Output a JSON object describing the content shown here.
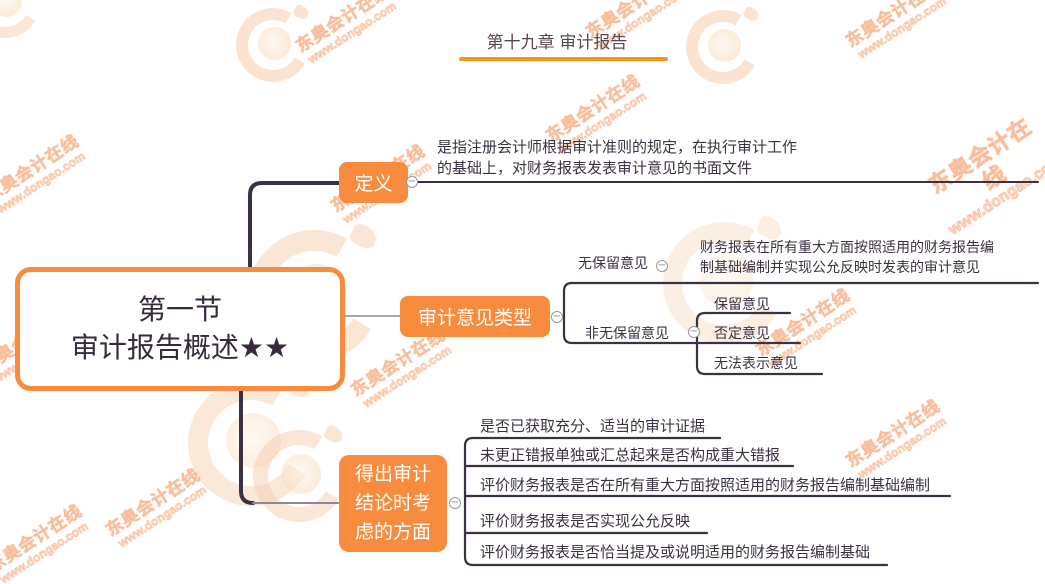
{
  "header": {
    "chapter_title": "第十九章 审计报告"
  },
  "main_topic": {
    "label": "第一节\n审计报告概述★★"
  },
  "branches": {
    "definition": {
      "label": "定义",
      "description": "是指注册会计师根据审计准则的规定，在执行审计工作\n的基础上，对财务报表发表审计意见的书面文件"
    },
    "opinion_types": {
      "label": "审计意见类型",
      "unqualified": {
        "label": "无保留意见",
        "description": "财务报表在所有重大方面按照适用的财务报告编\n制基础编制并实现公允反映时发表的审计意见"
      },
      "non_unqualified": {
        "label": "非无保留意见",
        "children": [
          "保留意见",
          "否定意见",
          "无法表示意见"
        ]
      }
    },
    "conclusion_considerations": {
      "label": "得出审计\n结论时考\n虑的方面",
      "items": [
        "是否已获取充分、适当的审计证据",
        "未更正错报单独或汇总起来是否构成重大错报",
        "评价财务报表是否在所有重大方面按照适用的财务报告编制基础编制",
        "评价财务报表是否实现公允反映",
        "评价财务报表是否恰当提及或说明适用的财务报告编制基础"
      ]
    }
  },
  "icons": {
    "collapse": "−"
  },
  "watermark": {
    "line1": "东奥会计在线",
    "line2": "www.dongao.com"
  },
  "colors": {
    "accent_orange": "#F78C3E",
    "title_bar_orange": "#F7941E",
    "line_dark": "#3C3143",
    "connector_gray": "#8D8893",
    "text_dark": "#3C3143"
  }
}
